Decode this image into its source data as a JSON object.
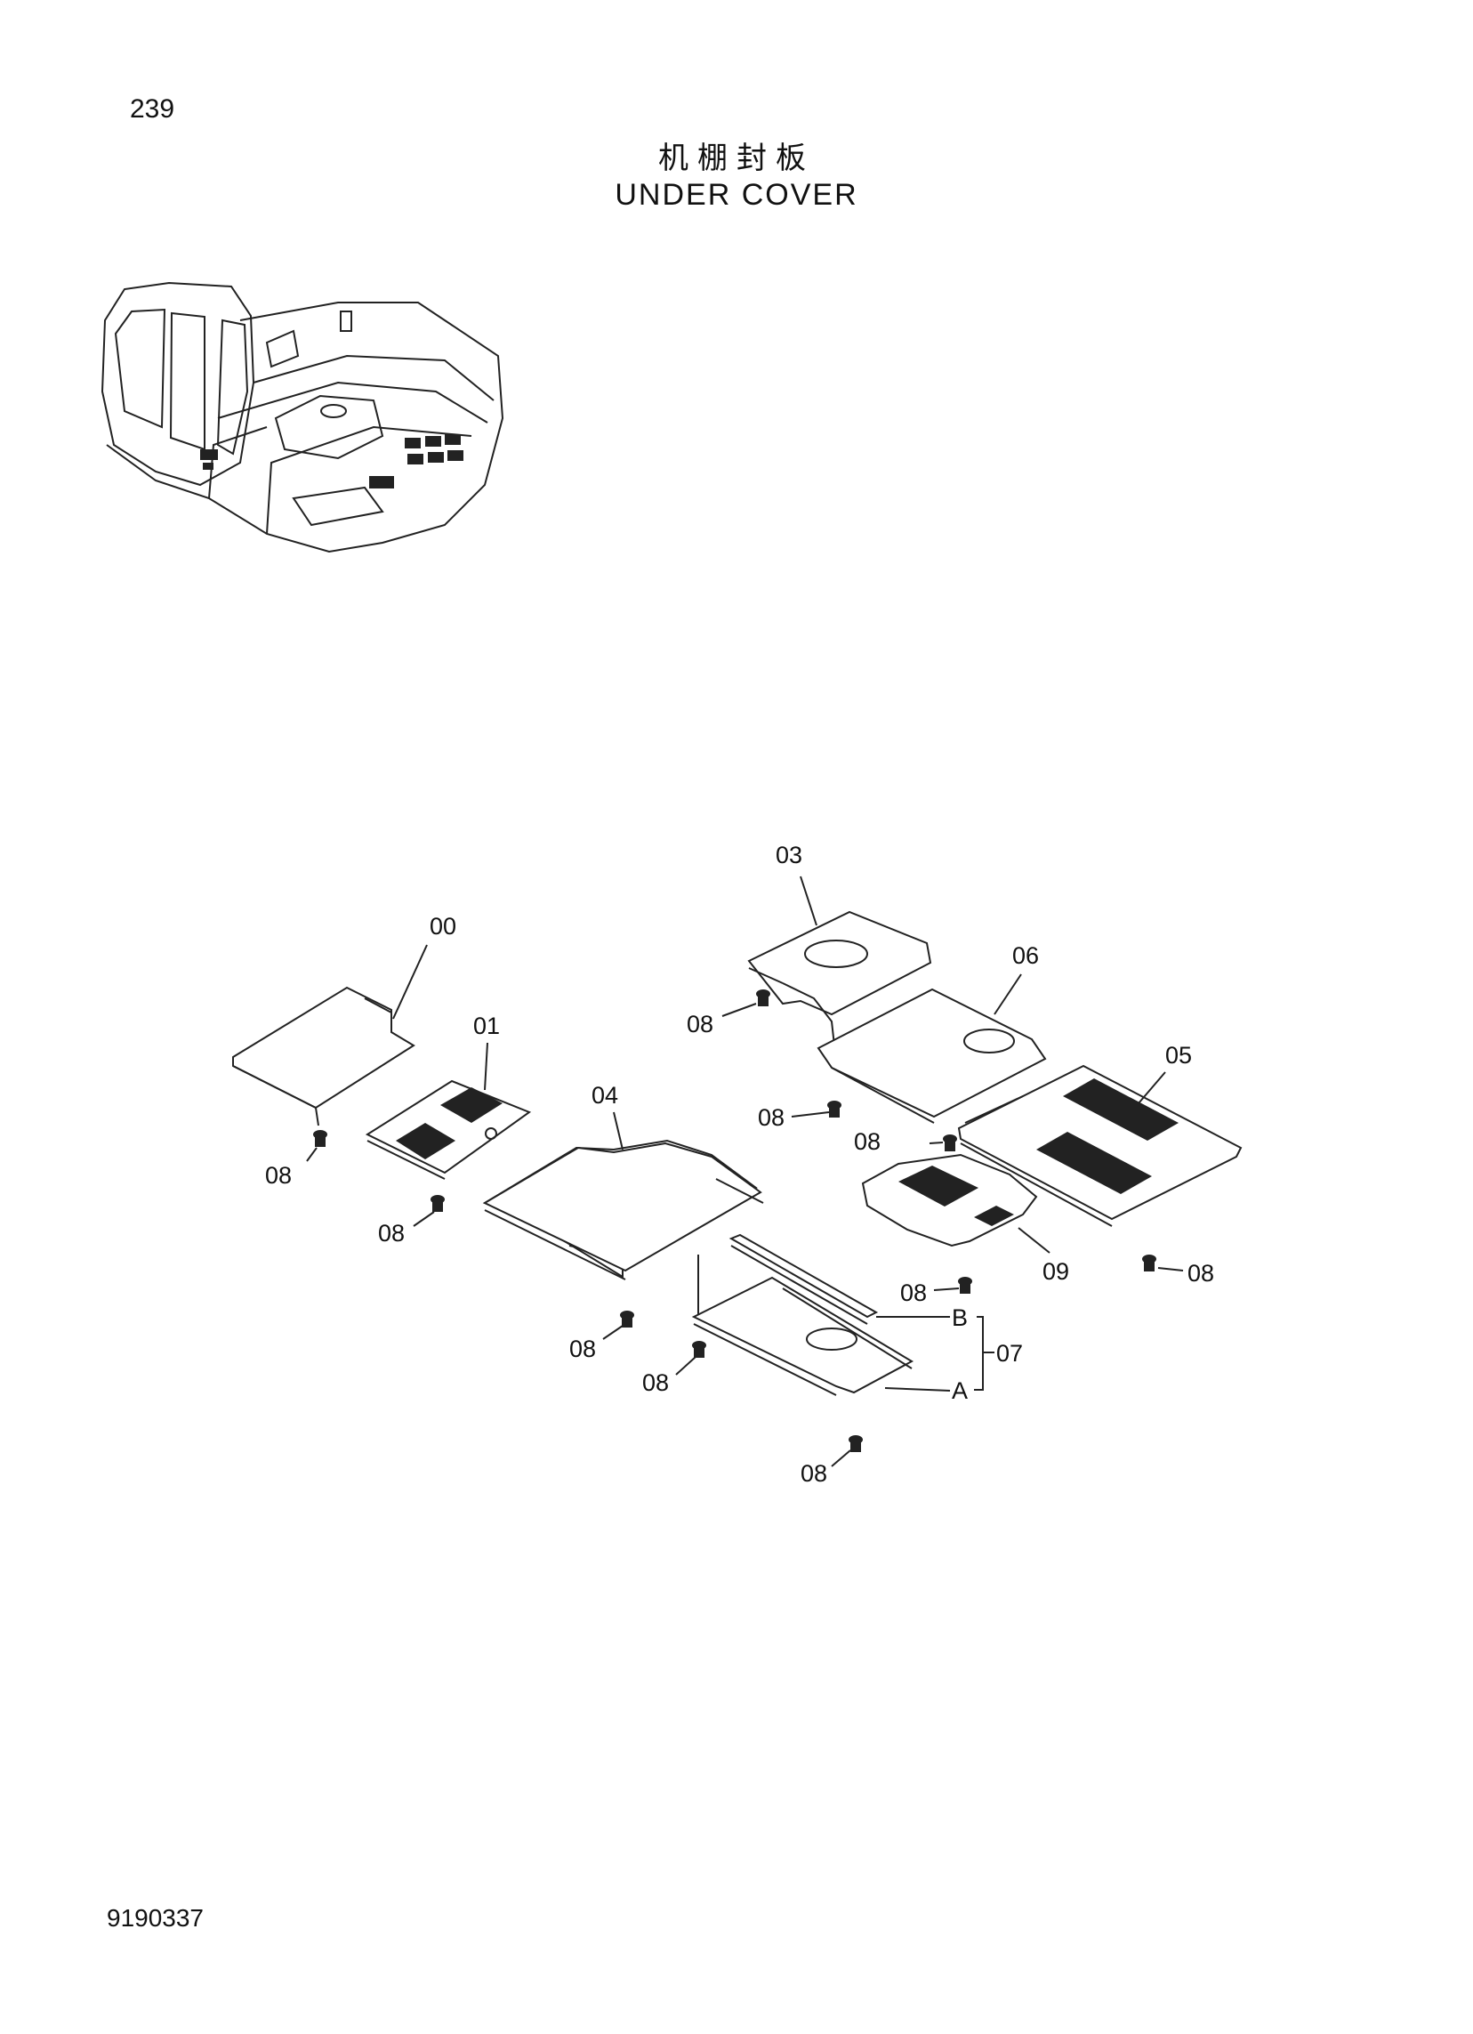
{
  "page_number": "239",
  "title_cn": "机棚封板",
  "title_en": "UNDER COVER",
  "doc_number": "9190337",
  "labels": {
    "p00": "00",
    "p01": "01",
    "p03": "03",
    "p04": "04",
    "p05": "05",
    "p06": "06",
    "p07": "07",
    "p08": "08",
    "p09": "09",
    "a": "A",
    "b": "B"
  }
}
